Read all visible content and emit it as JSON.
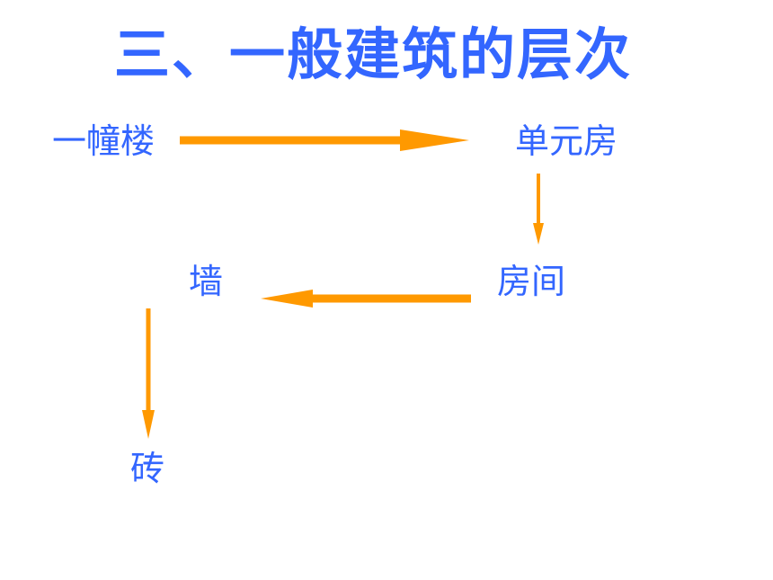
{
  "title": "三、一般建筑的层次",
  "nodes": {
    "building": "一幢楼",
    "unit": "单元房",
    "room": "房间",
    "wall": "墙",
    "brick": "砖"
  },
  "colors": {
    "text": "#3366ff",
    "arrow": "#ff9900"
  }
}
